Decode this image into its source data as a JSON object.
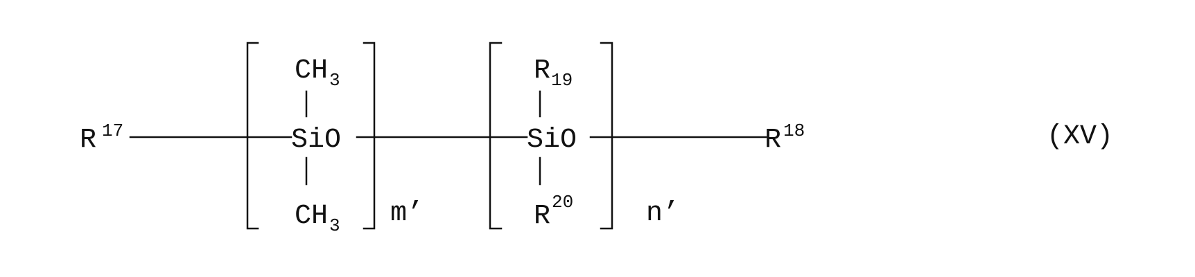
{
  "formula": {
    "label": "(XV)",
    "left_group": {
      "r": "R",
      "r_sup": "17"
    },
    "unit1": {
      "top": "CH",
      "top_sub": "3",
      "center": "SiO",
      "bottom": "CH",
      "bottom_sub": "3",
      "repeat": "m’"
    },
    "unit2": {
      "top": "R",
      "top_sub": "19",
      "center": "SiO",
      "bottom": "R",
      "bottom_sup": "20",
      "repeat": "n’"
    },
    "right_group": {
      "r": "R",
      "r_sup": "18"
    }
  }
}
